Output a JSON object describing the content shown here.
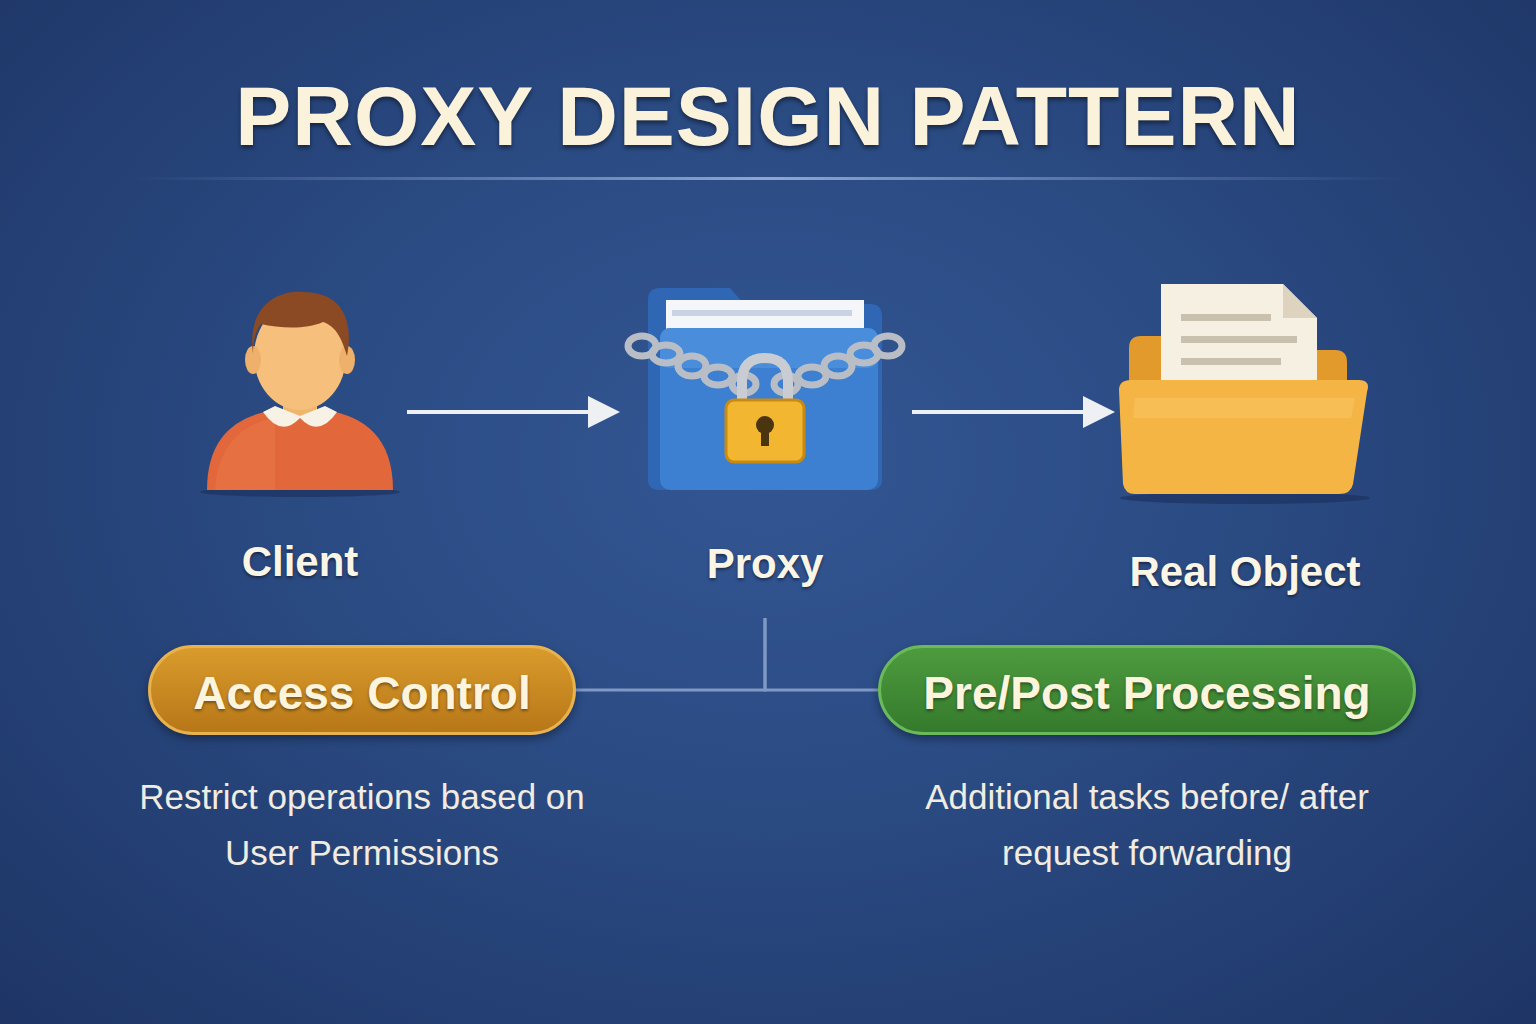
{
  "diagram": {
    "title": "PROXY DESIGN PATTERN",
    "nodes": [
      {
        "text": [
          "Client"
        ]
      },
      {
        "text": [
          "Proxy"
        ]
      },
      {
        "text": [
          "Real Object"
        ]
      },
      {
        "text": [
          "Access Control",
          "Restrict operations based on User Permissions"
        ]
      },
      {
        "text": [
          "Pre/Post Processing",
          "Additional tasks before/ after request forwarding"
        ]
      }
    ],
    "edges": [
      {
        "from": 0,
        "to": 1,
        "arrow": "to"
      },
      {
        "from": 1,
        "to": 2,
        "arrow": "to"
      },
      {
        "from": 1,
        "to": 3,
        "arrow": "none"
      },
      {
        "from": 1,
        "to": 4,
        "arrow": "none"
      }
    ]
  }
}
